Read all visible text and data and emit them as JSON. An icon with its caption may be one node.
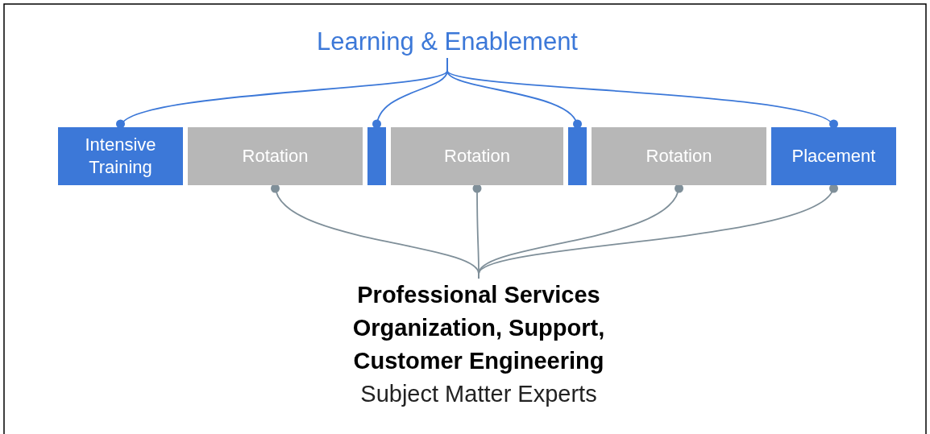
{
  "diagram": {
    "nodes": [
      {
        "text": [
          "Learning & Enablement"
        ]
      },
      {
        "text": [
          "Intensive Training"
        ]
      },
      {
        "text": [
          "Rotation"
        ]
      },
      {
        "text": [],
        "shape": "bar"
      },
      {
        "text": [
          "Rotation"
        ]
      },
      {
        "text": [],
        "shape": "bar"
      },
      {
        "text": [
          "Rotation"
        ]
      },
      {
        "text": [
          "Placement"
        ]
      },
      {
        "text": [
          "**Professional Services Organization**, **Support**, **Customer Engineering**",
          "Subject Matter Experts"
        ]
      }
    ],
    "edges": [
      {
        "from": 0,
        "to": 1,
        "arrow": "other",
        "color": "#3c78d8"
      },
      {
        "from": 0,
        "to": 3,
        "arrow": "other",
        "color": "#3c78d8"
      },
      {
        "from": 0,
        "to": 5,
        "arrow": "other",
        "color": "#3c78d8"
      },
      {
        "from": 0,
        "to": 7,
        "arrow": "other",
        "color": "#3c78d8"
      },
      {
        "from": 8,
        "to": 2,
        "arrow": "other",
        "color": "#7f8f99"
      },
      {
        "from": 8,
        "to": 4,
        "arrow": "other",
        "color": "#7f8f99"
      },
      {
        "from": 8,
        "to": 6,
        "arrow": "other",
        "color": "#7f8f99"
      },
      {
        "from": 8,
        "to": 7,
        "arrow": "other",
        "color": "#7f8f99"
      }
    ]
  }
}
